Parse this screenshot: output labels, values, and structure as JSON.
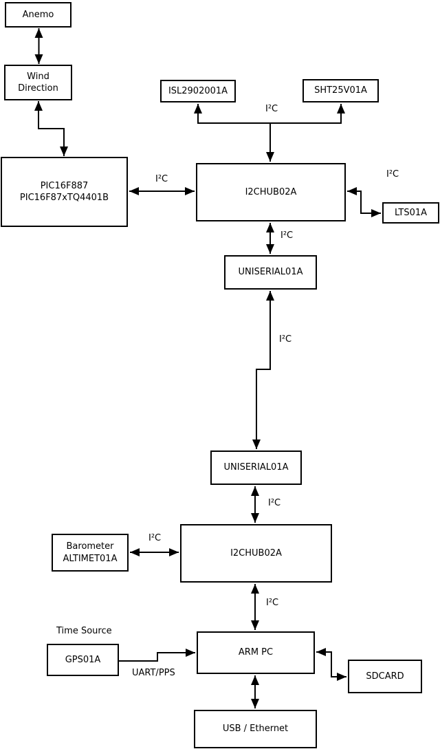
{
  "nodes": {
    "anemo": {
      "label": "Anemo"
    },
    "wind_direction": {
      "line1": "Wind",
      "line2": "Direction"
    },
    "pic": {
      "line1": "PIC16F887",
      "line2": "PIC16F87xTQ4401B"
    },
    "isl": {
      "label": "ISL2902001A"
    },
    "sht": {
      "label": "SHT25V01A"
    },
    "i2chub_top": {
      "label": "I2CHUB02A"
    },
    "lts": {
      "label": "LTS01A"
    },
    "uniserial_top": {
      "label": "UNISERIAL01A"
    },
    "uniserial_bottom": {
      "label": "UNISERIAL01A"
    },
    "i2chub_bottom": {
      "label": "I2CHUB02A"
    },
    "barometer": {
      "line1": "Barometer",
      "line2": "ALTIMET01A"
    },
    "arm_pc": {
      "label": "ARM PC"
    },
    "gps": {
      "label": "GPS01A"
    },
    "sdcard": {
      "label": "SDCARD"
    },
    "usb_ethernet": {
      "label": "USB / Ethernet"
    }
  },
  "labels": {
    "i2c_sensors": "I²C",
    "i2c_pic": "I²C",
    "i2c_lts": "I²C",
    "i2c_hub_serial": "I²C",
    "i2c_serial_link": "I²C",
    "i2c_serial_hub2": "I²C",
    "i2c_barometer": "I²C",
    "i2c_hub2_arm": "I²C",
    "time_source": "Time Source",
    "uart_pps": "UART/PPS"
  },
  "edges": [
    {
      "from": "Anemo",
      "to": "Wind Direction",
      "style": "bidirectional"
    },
    {
      "from": "Wind Direction",
      "to": "PIC16F887 PIC16F87xTQ4401B",
      "style": "bidirectional"
    },
    {
      "from": "PIC16F887 PIC16F87xTQ4401B",
      "to": "I2CHUB02A (top)",
      "label": "I²C",
      "style": "bidirectional"
    },
    {
      "from": "I2CHUB02A (top)",
      "to": "ISL2902001A",
      "label": "I²C",
      "style": "bidirectional-branch"
    },
    {
      "from": "I2CHUB02A (top)",
      "to": "SHT25V01A",
      "label": "I²C",
      "style": "bidirectional-branch"
    },
    {
      "from": "I2CHUB02A (top)",
      "to": "LTS01A",
      "label": "I²C",
      "style": "bidirectional"
    },
    {
      "from": "I2CHUB02A (top)",
      "to": "UNISERIAL01A (top)",
      "label": "I²C",
      "style": "bidirectional"
    },
    {
      "from": "UNISERIAL01A (top)",
      "to": "UNISERIAL01A (bottom)",
      "label": "I²C",
      "style": "bidirectional"
    },
    {
      "from": "UNISERIAL01A (bottom)",
      "to": "I2CHUB02A (bottom)",
      "label": "I²C",
      "style": "bidirectional"
    },
    {
      "from": "Barometer ALTIMET01A",
      "to": "I2CHUB02A (bottom)",
      "label": "I²C",
      "style": "bidirectional"
    },
    {
      "from": "I2CHUB02A (bottom)",
      "to": "ARM PC",
      "label": "I²C",
      "style": "bidirectional"
    },
    {
      "from": "GPS01A",
      "to": "ARM PC",
      "label": "UART/PPS",
      "style": "unidirectional"
    },
    {
      "from": "ARM PC",
      "to": "SDCARD",
      "style": "bidirectional"
    },
    {
      "from": "ARM PC",
      "to": "USB / Ethernet",
      "style": "bidirectional"
    }
  ],
  "colors": {
    "line": "#000000",
    "background": "#ffffff",
    "node_fill": "#ffffff"
  }
}
